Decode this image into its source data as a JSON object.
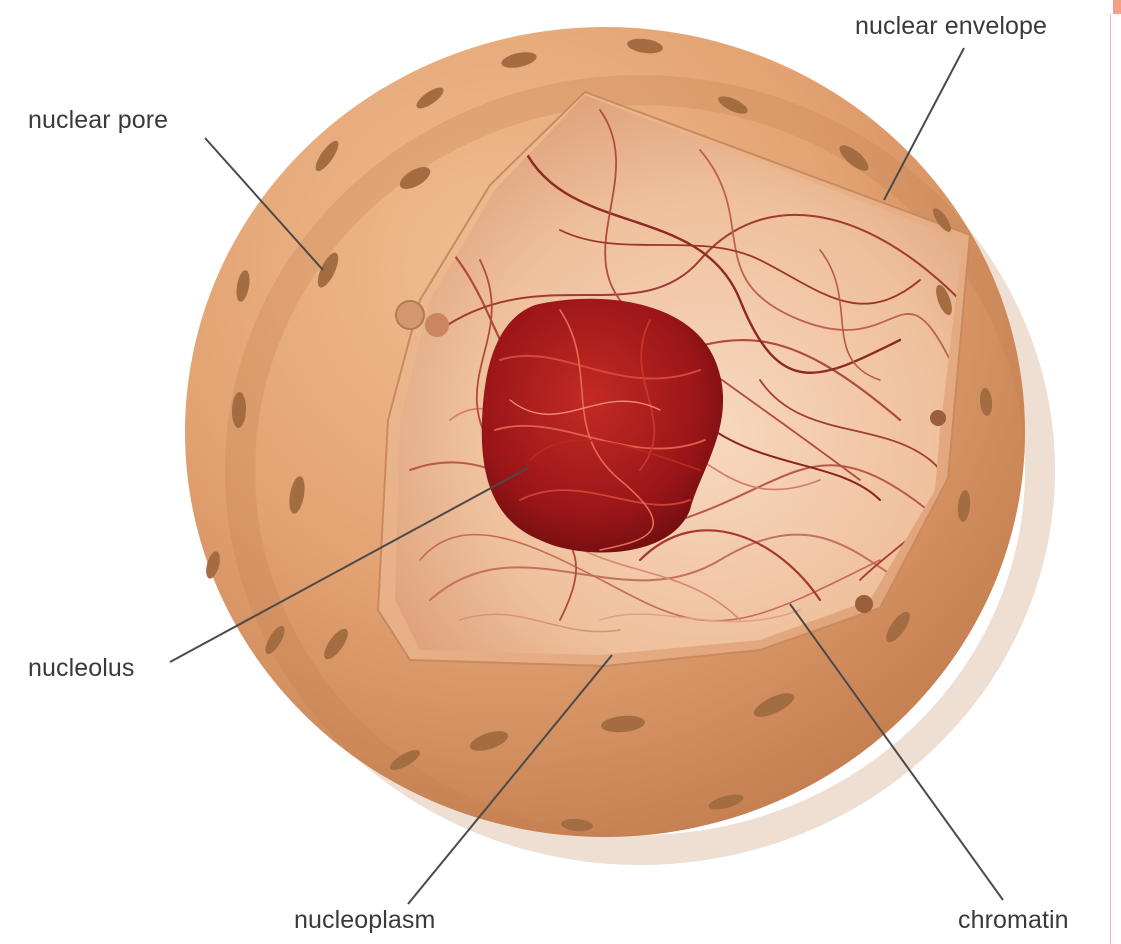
{
  "labels": {
    "nuclear_envelope": "nuclear envelope",
    "nuclear_pore": "nuclear pore",
    "nucleolus": "nucleolus",
    "nucleoplasm": "nucleoplasm",
    "chromatin": "chromatin"
  },
  "colors": {
    "envelope": "#e0a071",
    "envelope_shadow": "#c9804f",
    "cut_surface": "#e9b48a",
    "interior": "#f2c7a6",
    "chromatin": "#b5503f",
    "nucleolus": "#a3161b",
    "pore": "#b07a4c",
    "leader_line": "#4a4a4a",
    "frame_accent": "#f2a185"
  }
}
